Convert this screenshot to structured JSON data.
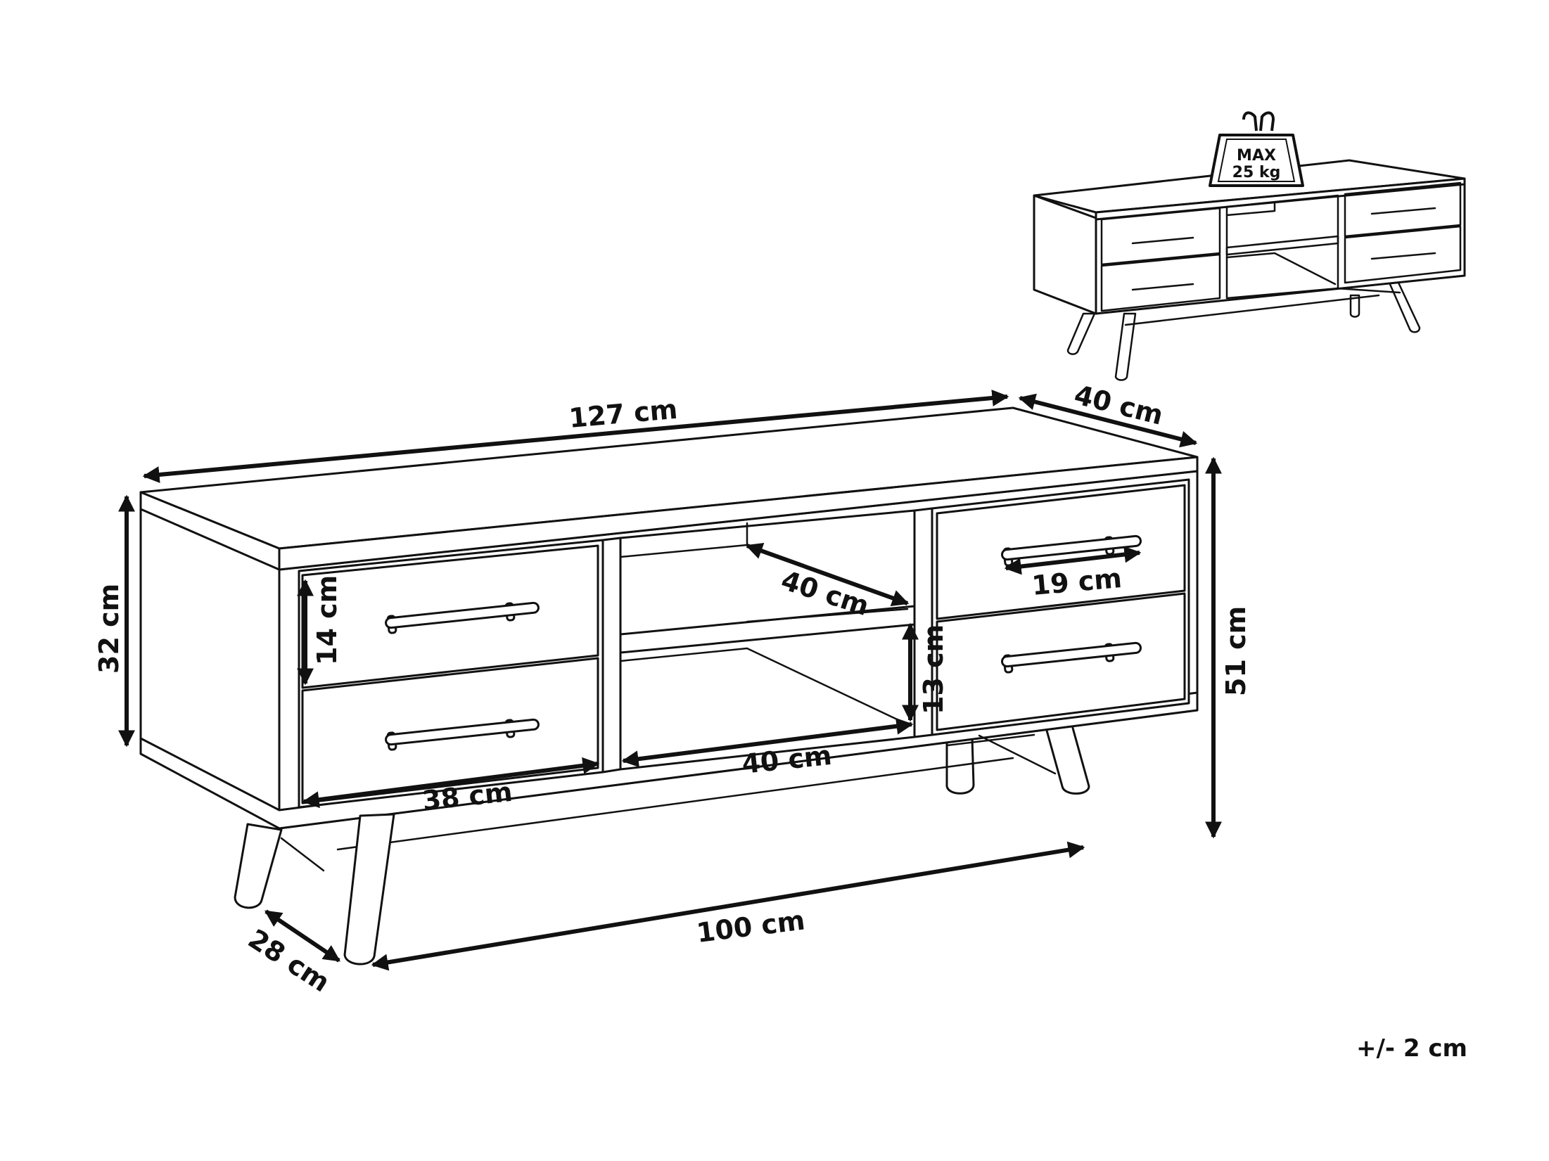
{
  "dimensions": {
    "width": "127 cm",
    "depth": "40 cm",
    "body_height": "32 cm",
    "total_height": "51 cm",
    "drawer_height": "14 cm",
    "drawer_width": "38 cm",
    "handle_length": "19 cm",
    "shelf_depth": "40 cm",
    "shelf_height": "13 cm",
    "shelf_width": "40 cm",
    "leg_span": "100 cm",
    "leg_depth": "28 cm"
  },
  "tolerance": "+/- 2 cm",
  "load": {
    "line1": "MAX",
    "line2": "25 kg"
  }
}
